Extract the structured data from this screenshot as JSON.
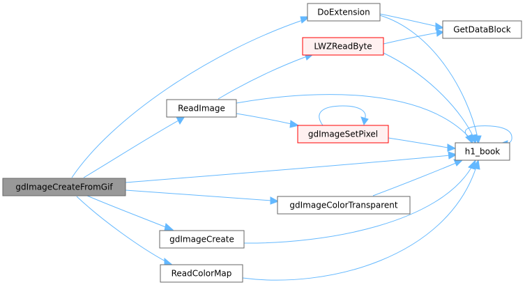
{
  "colors": {
    "edge": "#63b8ff",
    "node_fill": "#ffffff",
    "node_border": "#666666",
    "root_fill": "#999999",
    "root_border": "#666666",
    "error_fill": "#fff0f0",
    "error_border": "#ff0000"
  },
  "nodes": [
    {
      "id": "gdImageCreateFromGif",
      "label": "gdImageCreateFromGif",
      "style": "root"
    },
    {
      "id": "DoExtension",
      "label": "DoExtension",
      "style": "normal"
    },
    {
      "id": "GetDataBlock",
      "label": "GetDataBlock",
      "style": "normal"
    },
    {
      "id": "LWZReadByte",
      "label": "LWZReadByte",
      "style": "error"
    },
    {
      "id": "ReadImage",
      "label": "ReadImage",
      "style": "normal"
    },
    {
      "id": "gdImageSetPixel",
      "label": "gdImageSetPixel",
      "style": "error"
    },
    {
      "id": "h1_book",
      "label": "h1_book",
      "style": "normal"
    },
    {
      "id": "gdImageColorTransparent",
      "label": "gdImageColorTransparent",
      "style": "normal"
    },
    {
      "id": "gdImageCreate",
      "label": "gdImageCreate",
      "style": "normal"
    },
    {
      "id": "ReadColorMap",
      "label": "ReadColorMap",
      "style": "normal"
    }
  ],
  "edges": [
    {
      "from": "gdImageCreateFromGif",
      "to": "DoExtension"
    },
    {
      "from": "gdImageCreateFromGif",
      "to": "ReadImage"
    },
    {
      "from": "gdImageCreateFromGif",
      "to": "h1_book"
    },
    {
      "from": "gdImageCreateFromGif",
      "to": "gdImageColorTransparent"
    },
    {
      "from": "gdImageCreateFromGif",
      "to": "gdImageCreate"
    },
    {
      "from": "gdImageCreateFromGif",
      "to": "ReadColorMap"
    },
    {
      "from": "DoExtension",
      "to": "GetDataBlock"
    },
    {
      "from": "DoExtension",
      "to": "h1_book"
    },
    {
      "from": "LWZReadByte",
      "to": "GetDataBlock"
    },
    {
      "from": "LWZReadByte",
      "to": "h1_book"
    },
    {
      "from": "ReadImage",
      "to": "LWZReadByte"
    },
    {
      "from": "ReadImage",
      "to": "gdImageSetPixel"
    },
    {
      "from": "ReadImage",
      "to": "h1_book"
    },
    {
      "from": "gdImageSetPixel",
      "to": "gdImageSetPixel"
    },
    {
      "from": "gdImageSetPixel",
      "to": "h1_book"
    },
    {
      "from": "h1_book",
      "to": "h1_book"
    },
    {
      "from": "gdImageColorTransparent",
      "to": "h1_book"
    },
    {
      "from": "gdImageCreate",
      "to": "h1_book"
    },
    {
      "from": "ReadColorMap",
      "to": "h1_book"
    }
  ]
}
